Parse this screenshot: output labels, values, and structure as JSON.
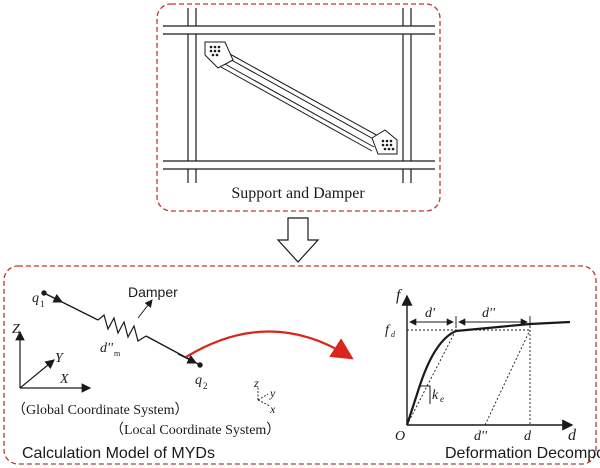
{
  "top_panel": {
    "caption": "Support and Damper"
  },
  "bottom_panel": {
    "caption": "Calculation Model of MYDs",
    "damper_label": "Damper",
    "q1": "q",
    "q1_sub": "1",
    "q2": "q",
    "q2_sub": "2",
    "dm_main": "d''",
    "dm_sub": "m",
    "global_axes": {
      "Z": "Z",
      "Y": "Y",
      "X": "X"
    },
    "local_axes": {
      "z": "z",
      "y": "y",
      "x": "x"
    },
    "global_caption": "（Global Coordinate System）",
    "local_caption": "（Local Coordinate System）"
  },
  "decomposition": {
    "caption": "Deformation Decomposition",
    "f_axis": "f",
    "d_axis": "d",
    "origin": "O",
    "fd_main": "f",
    "fd_sub": "d",
    "d_prime": "d'",
    "d_double_top": "d''",
    "d_double_bottom": "d''",
    "d_bottom": "d",
    "ke_main": "k",
    "ke_sub": "e"
  },
  "colors": {
    "dash_border": "#c0392b",
    "red_arrow": "#d9261c",
    "ink": "#1a1a1a"
  }
}
